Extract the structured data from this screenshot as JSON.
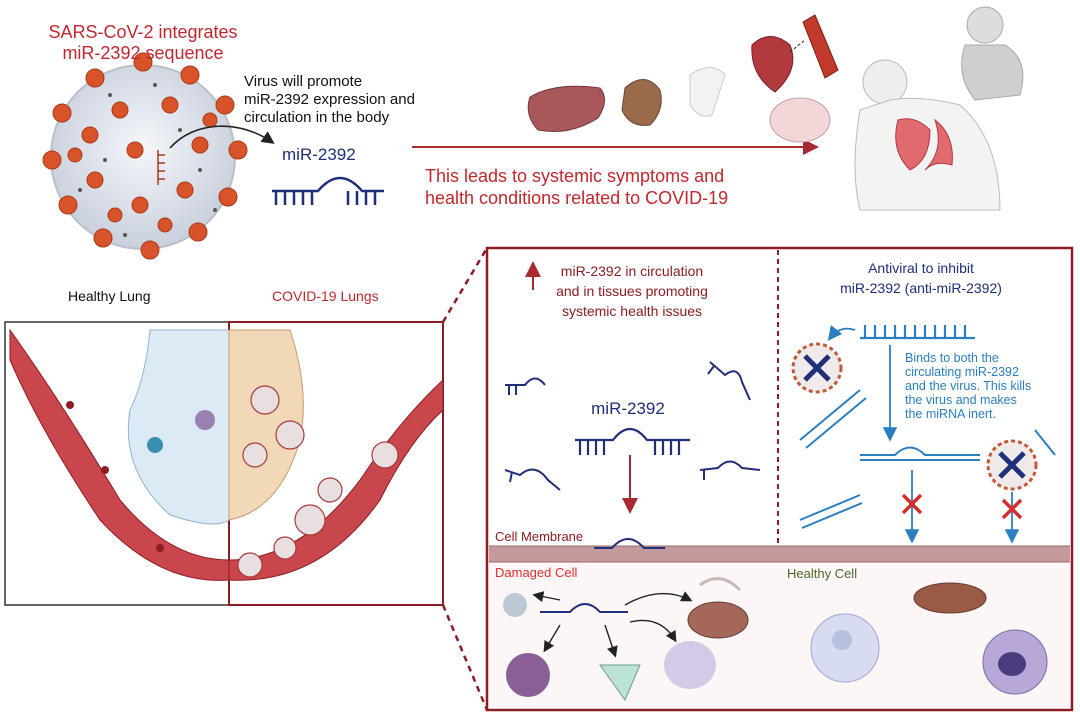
{
  "top": {
    "title_line1": "SARS-CoV-2 integrates",
    "title_line2": "miR-2392 sequence",
    "promote_line1": "Virus will promote",
    "promote_line2": "miR-2392 expression and",
    "promote_line3": "circulation in the body",
    "mir_label": "miR-2392",
    "leads_line1": "This leads to systemic symptoms and",
    "leads_line2": "health conditions related to COVID-19"
  },
  "lungs": {
    "healthy_label": "Healthy Lung",
    "covid_label": "COVID-19 Lungs"
  },
  "panel_left": {
    "circ_line1": "miR-2392 in circulation",
    "circ_line2": "and in tissues promoting",
    "circ_line3": "systemic health issues",
    "mir_label": "miR-2392",
    "membrane_label": "Cell Membrane",
    "damaged_label": "Damaged Cell"
  },
  "panel_right": {
    "title_line1": "Antiviral to inhibit",
    "title_line2": "miR-2392 (anti-miR-2392)",
    "binds_line1": "Binds to both the",
    "binds_line2": "circulating miR-2392",
    "binds_line3": "and the virus. This kills",
    "binds_line4": "the virus and makes",
    "binds_line5": "the miRNA inert.",
    "healthy_label": "Healthy Cell"
  },
  "colors": {
    "red": "#c0282d",
    "darkred": "#8c1d22",
    "navy": "#1f2f7a",
    "blue": "#2a7fc1",
    "green": "#4a6b2a"
  }
}
